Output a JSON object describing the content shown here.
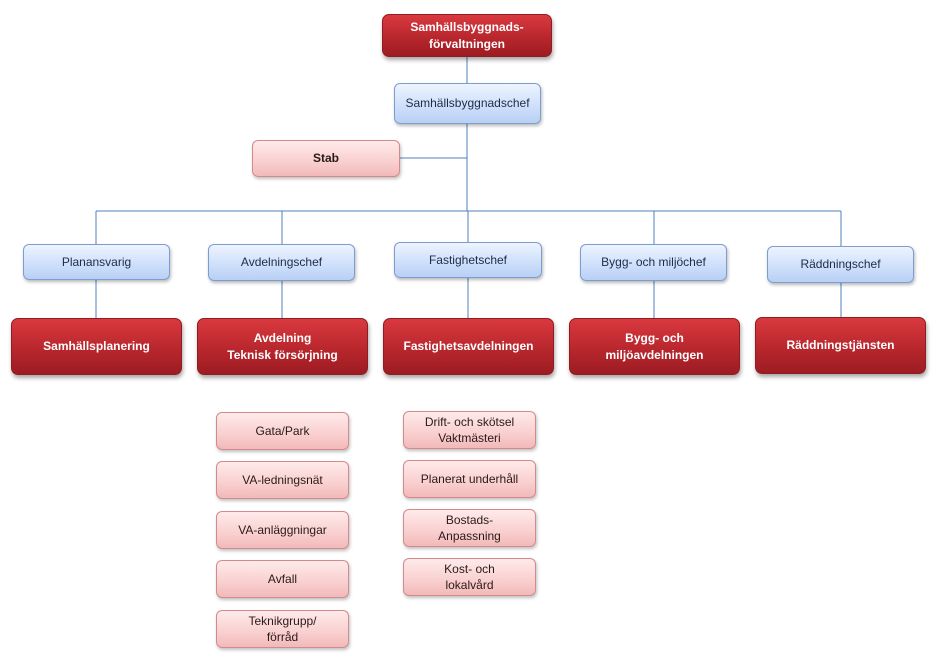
{
  "org": {
    "top": "Samhällsbyggnads-\nförvaltningen",
    "chief": "Samhällsbyggnadschef",
    "staff": "Stab",
    "managers": [
      "Planansvarig",
      "Avdelningschef",
      "Fastighetschef",
      "Bygg- och miljöchef",
      "Räddningschef"
    ],
    "departments": [
      "Samhällsplanering",
      "Avdelning\nTeknisk försörjning",
      "Fastighetsavdelningen",
      "Bygg- och\nmiljöavdelningen",
      "Räddningstjänsten"
    ],
    "technical_units": [
      "Gata/Park",
      "VA-ledningsnät",
      "VA-anläggningar",
      "Avfall",
      "Teknikgrupp/\nförråd"
    ],
    "property_units": [
      "Drift- och skötsel\nVaktmästeri",
      "Planerat underhåll",
      "Bostads-\nAnpassning",
      "Kost- och\nlokalvård"
    ]
  },
  "colors": {
    "connector": "#4f81bd",
    "manager_fill": "#cfe0fb",
    "department_fill": "#b8272d",
    "unit_fill": "#f9cfcf"
  }
}
